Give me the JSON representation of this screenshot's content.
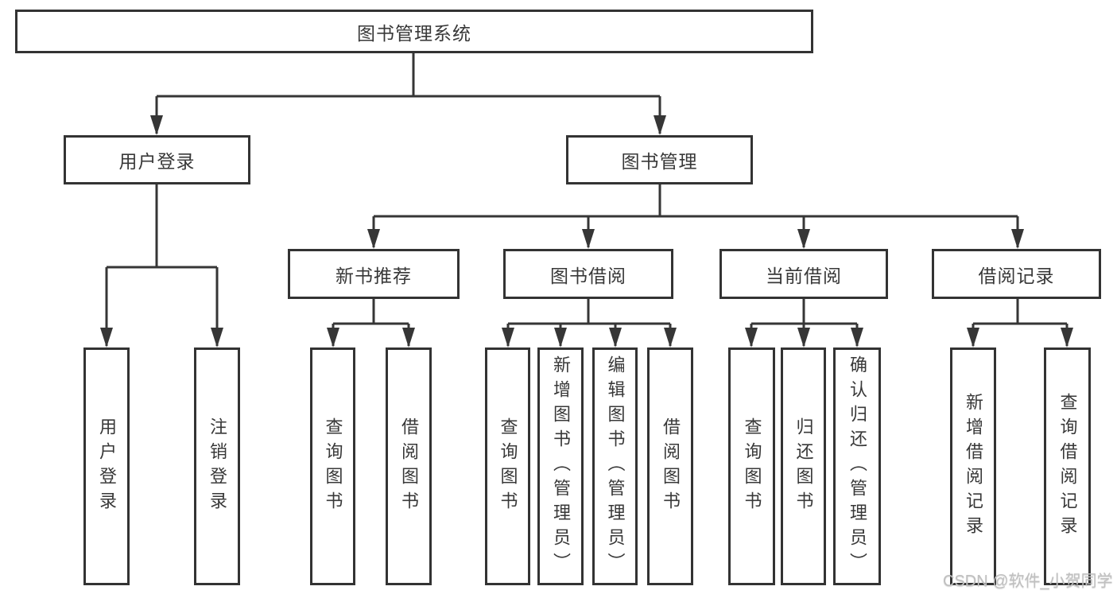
{
  "diagram_title": "图书管理系统",
  "nodes": {
    "root": {
      "label": "图书管理系统"
    },
    "level2": [
      {
        "label": "用户登录"
      },
      {
        "label": "图书管理"
      }
    ],
    "level3": [
      {
        "label": "新书推荐",
        "parent": "图书管理"
      },
      {
        "label": "图书借阅",
        "parent": "图书管理"
      },
      {
        "label": "当前借阅",
        "parent": "图书管理"
      },
      {
        "label": "借阅记录",
        "parent": "图书管理"
      }
    ],
    "leaves": [
      {
        "label": "用户登录",
        "parent": "用户登录"
      },
      {
        "label": "注销登录",
        "parent": "用户登录"
      },
      {
        "label": "查询图书",
        "parent": "新书推荐"
      },
      {
        "label": "借阅图书",
        "parent": "新书推荐"
      },
      {
        "label": "查询图书",
        "parent": "图书借阅"
      },
      {
        "label": "新增图书（管理员）",
        "parent": "图书借阅"
      },
      {
        "label": "编辑图书（管理员）",
        "parent": "图书借阅"
      },
      {
        "label": "借阅图书",
        "parent": "图书借阅"
      },
      {
        "label": "查询图书",
        "parent": "当前借阅"
      },
      {
        "label": "归还图书",
        "parent": "当前借阅"
      },
      {
        "label": "确认归还（管理员）",
        "parent": "当前借阅"
      },
      {
        "label": "新增借阅记录",
        "parent": "借阅记录"
      },
      {
        "label": "查询借阅记录",
        "parent": "借阅记录"
      }
    ]
  },
  "watermark": {
    "text": "CSDN @软件_小贺同学"
  },
  "colors": {
    "line": "#363636",
    "box_border": "#333333",
    "text": "#383838",
    "background": "#ffffff",
    "watermark": "#c0c0c0"
  }
}
